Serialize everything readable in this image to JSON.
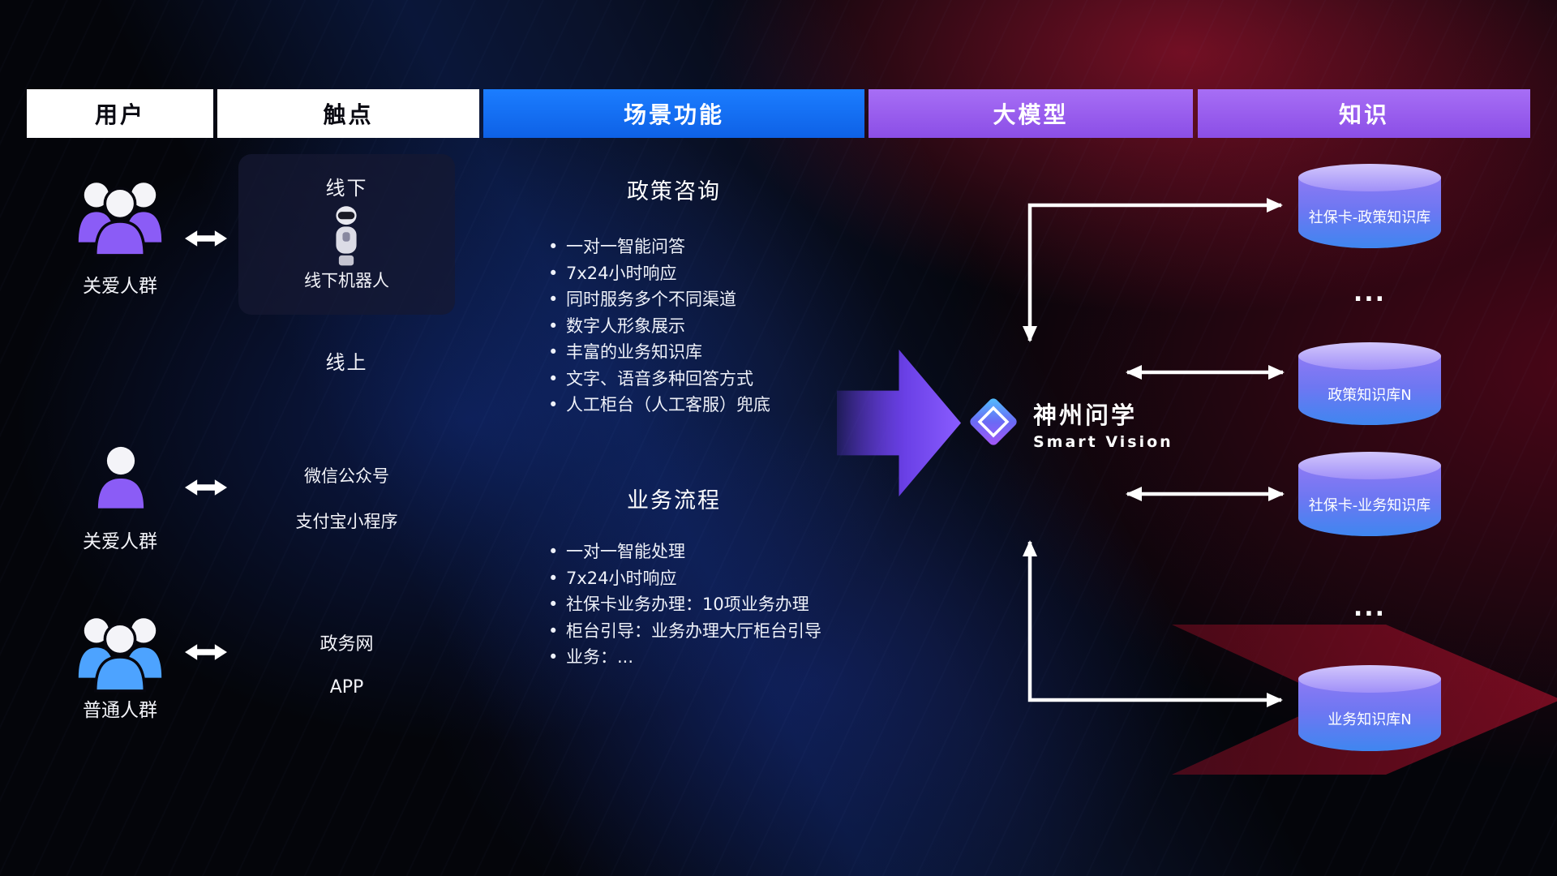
{
  "header": {
    "columns": [
      {
        "label": "用户",
        "variant": "white"
      },
      {
        "label": "触点",
        "variant": "white"
      },
      {
        "label": "场景功能",
        "variant": "blue"
      },
      {
        "label": "大模型",
        "variant": "purple"
      },
      {
        "label": "知识",
        "variant": "purple"
      }
    ]
  },
  "users": {
    "group1": {
      "label": "关爱人群",
      "icon": "people-group-icon",
      "color": "#8b5cf6"
    },
    "group2": {
      "label": "关爱人群",
      "icon": "person-icon",
      "color": "#8b5cf6"
    },
    "group3": {
      "label": "普通人群",
      "icon": "people-group-icon",
      "color": "#4da3ff"
    }
  },
  "touchpoints": {
    "offline_title": "线下",
    "robot_label": "线下机器人",
    "online_title": "线上",
    "wechat": "微信公众号",
    "alipay": "支付宝小程序",
    "gov_web": "政务网",
    "app": "APP"
  },
  "scenarios": {
    "policy": {
      "title": "政策咨询",
      "items": [
        "一对一智能问答",
        "7x24小时响应",
        "同时服务多个不同渠道",
        "数字人形象展示",
        "丰富的业务知识库",
        "文字、语音多种回答方式",
        "人工柜台（人工客服）兜底"
      ]
    },
    "business": {
      "title": "业务流程",
      "items": [
        "一对一智能处理",
        "7x24小时响应",
        "社保卡业务办理：10项业务办理",
        "柜台引导：业务办理大厅柜台引导",
        "业务：..."
      ]
    }
  },
  "model": {
    "name": "神州问学",
    "subtitle": "Smart Vision"
  },
  "knowledge": {
    "db1": "社保卡-政策知识库",
    "db2": "政策知识库N",
    "db3": "社保卡-业务知识库",
    "db4": "业务知识库N",
    "ellipsis1": "...",
    "ellipsis2": "..."
  },
  "colors": {
    "header_blue": "#1470f5",
    "header_purple": "#9a5ef0",
    "user_purple": "#8b5cf6",
    "user_blue": "#4da3ff",
    "flow_arrow_purple": "#7b4df0",
    "db_top": "#b9a7f9",
    "db_bottom": "#3f86f0",
    "background_red": "#a10a28",
    "background_blue": "#1c46cd"
  }
}
